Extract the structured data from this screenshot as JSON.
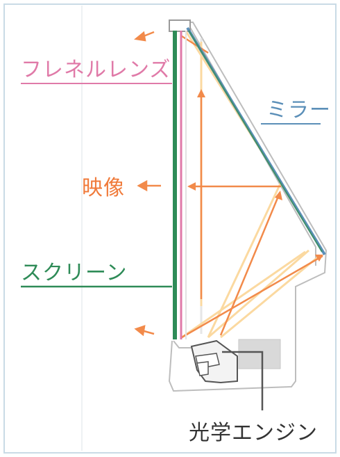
{
  "diagram": {
    "labels": {
      "fresnel_lens": "フレネルレンズ",
      "mirror": "ミラー",
      "image": "映像",
      "screen": "スクリーン",
      "optical_engine": "光学エンジン"
    },
    "colors": {
      "fresnel_lens": "#e07aa8",
      "mirror": "#5b8fb8",
      "image": "#f07a3a",
      "screen": "#2e8b57",
      "optical_engine": "#333333",
      "light_ray_light": "#fbd9a0",
      "light_ray_dark": "#f28a4a",
      "housing": "#b8b8b8"
    }
  }
}
